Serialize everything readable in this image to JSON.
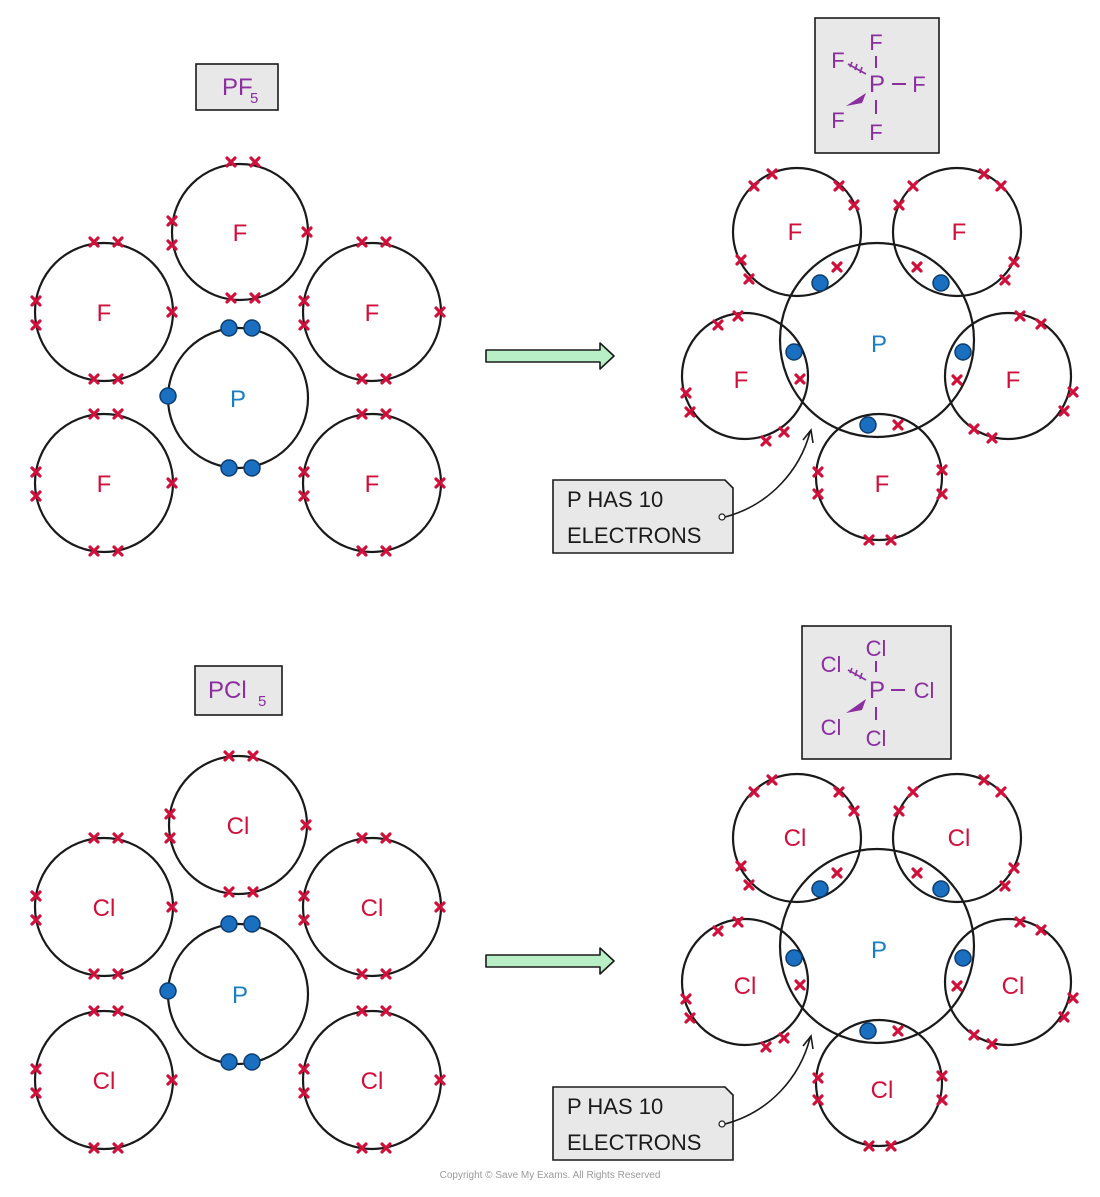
{
  "colors": {
    "fluorine_label": "#d0103a",
    "phosphorus_label": "#1a7fc1",
    "electron_dot": "#1a6fc0",
    "electron_cross": "#d0103a",
    "formula_text": "#8b2fa0",
    "label_box_fill": "#e8e8e8",
    "arrow_fill": "#b8efc6",
    "line": "#1a1a1a"
  },
  "pf5": {
    "formula": "PF",
    "formula_sub": "5",
    "central_atom": "P",
    "outer_atom": "F",
    "structure": {
      "top": "F",
      "left": "F",
      "right": "F",
      "bottom_left": "F",
      "bottom": "F",
      "center": "P"
    },
    "callout_line1": "P HAS 10",
    "callout_line2": "ELECTRONS"
  },
  "pcl5": {
    "formula": "PCl",
    "formula_sub": "5",
    "central_atom": "P",
    "outer_atom": "Cl",
    "structure": {
      "top": "Cl",
      "left": "Cl",
      "right": "Cl",
      "bottom_left": "Cl",
      "bottom": "Cl",
      "center": "P"
    },
    "callout_line1": "P HAS 10",
    "callout_line2": "ELECTRONS"
  },
  "footer": "Copyright © Save My Exams. All Rights Reserved"
}
